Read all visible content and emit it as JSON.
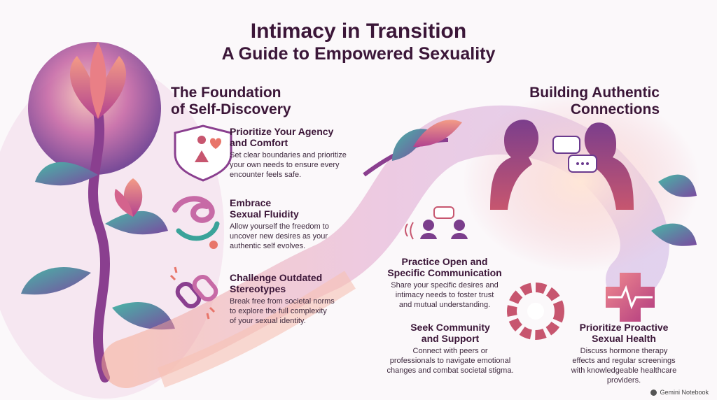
{
  "header": {
    "title_line1": "Intimacy in Transition",
    "title_line2": "A Guide to Empowered Sexuality"
  },
  "left_section": {
    "title_line1": "The Foundation",
    "title_line2": "of Self-Discovery",
    "items": [
      {
        "title_line1": "Prioritize Your Agency",
        "title_line2": "and Comfort",
        "desc_lines": [
          "Set clear boundaries and prioritize",
          "your own needs to ensure every",
          "encounter feels safe."
        ],
        "icon": "shield-heart-icon"
      },
      {
        "title_line1": "Embrace",
        "title_line2": "Sexual Fluidity",
        "desc_lines": [
          "Allow yourself the freedom to",
          "uncover new desires as your",
          "authentic self evolves."
        ],
        "icon": "fluid-swirl-icon"
      },
      {
        "title_line1": "Challenge Outdated",
        "title_line2": "Stereotypes",
        "desc_lines": [
          "Break free from societal norms",
          "to explore the full complexity",
          "of your sexual identity."
        ],
        "icon": "broken-chain-icon"
      }
    ]
  },
  "right_section": {
    "title_line1": "Building Authentic",
    "title_line2": "Connections",
    "items": [
      {
        "title_line1": "Practice Open and",
        "title_line2": "Specific Communication",
        "desc_lines": [
          "Share your specific desires and",
          "intimacy needs to foster trust",
          "and mutual understanding."
        ],
        "icon": "conversation-icon"
      },
      {
        "title_line1": "Seek Community",
        "title_line2": "and Support",
        "desc_lines": [
          "Connect with peers or",
          "professionals to navigate emotional",
          "changes and combat societal stigma."
        ],
        "icon": "community-hands-icon"
      },
      {
        "title_line1": "Prioritize Proactive",
        "title_line2": "Sexual Health",
        "desc_lines": [
          "Discuss hormone therapy",
          "effects and regular screenings",
          "with knowledgeable healthcare",
          "providers."
        ],
        "icon": "medical-cross-icon"
      }
    ]
  },
  "footer": {
    "brand": "Gemini Notebook"
  },
  "colors": {
    "title": "#3b1638",
    "accent_purple": "#8a3f8f",
    "accent_coral": "#e8756a",
    "accent_teal": "#3aa39a"
  }
}
